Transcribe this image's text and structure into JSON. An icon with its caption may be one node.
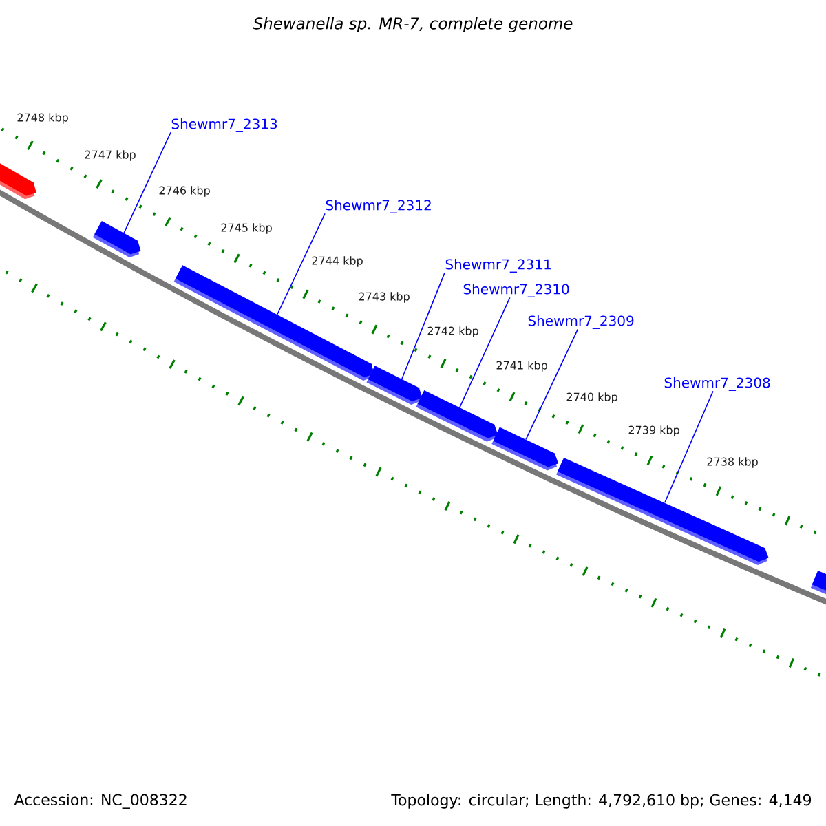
{
  "diagram": {
    "title": "Shewanella sp. MR-7, complete genome",
    "nodes": [
      {
        "text": [
          "Shewmr7_2313"
        ]
      },
      {
        "text": [
          "Shewmr7_2312"
        ]
      },
      {
        "text": [
          "Shewmr7_2311"
        ]
      },
      {
        "text": [
          "Shewmr7_2310"
        ]
      },
      {
        "text": [
          "Shewmr7_2309"
        ]
      },
      {
        "text": [
          "Shewmr7_2308"
        ]
      },
      {
        "text": [],
        "shape": "arrow"
      },
      {
        "text": [],
        "shape": "arrow"
      },
      {
        "text": [],
        "shape": "arrow"
      },
      {
        "text": [],
        "shape": "arrow"
      },
      {
        "text": [],
        "shape": "arrow"
      },
      {
        "text": [],
        "shape": "arrow"
      },
      {
        "text": [],
        "shape": "arrow"
      },
      {
        "text": [],
        "shape": "arrow"
      }
    ],
    "edges": [
      {
        "from": 0,
        "to": 7,
        "arrow": "none"
      },
      {
        "from": 1,
        "to": 8,
        "arrow": "none"
      },
      {
        "from": 2,
        "to": 9,
        "arrow": "none"
      },
      {
        "from": 3,
        "to": 10,
        "arrow": "none"
      },
      {
        "from": 4,
        "to": 11,
        "arrow": "none"
      },
      {
        "from": 5,
        "to": 12,
        "arrow": "none"
      }
    ],
    "labels": [
      "2748 kbp",
      "2747 kbp",
      "2746 kbp",
      "2745 kbp",
      "2744 kbp",
      "2743 kbp",
      "2742 kbp",
      "2741 kbp",
      "2740 kbp",
      "2739 kbp",
      "2738 kbp",
      "Accession: NC_008322",
      "Topology: circular; Length: 4,792,610 bp; Genes: 4,149"
    ]
  }
}
